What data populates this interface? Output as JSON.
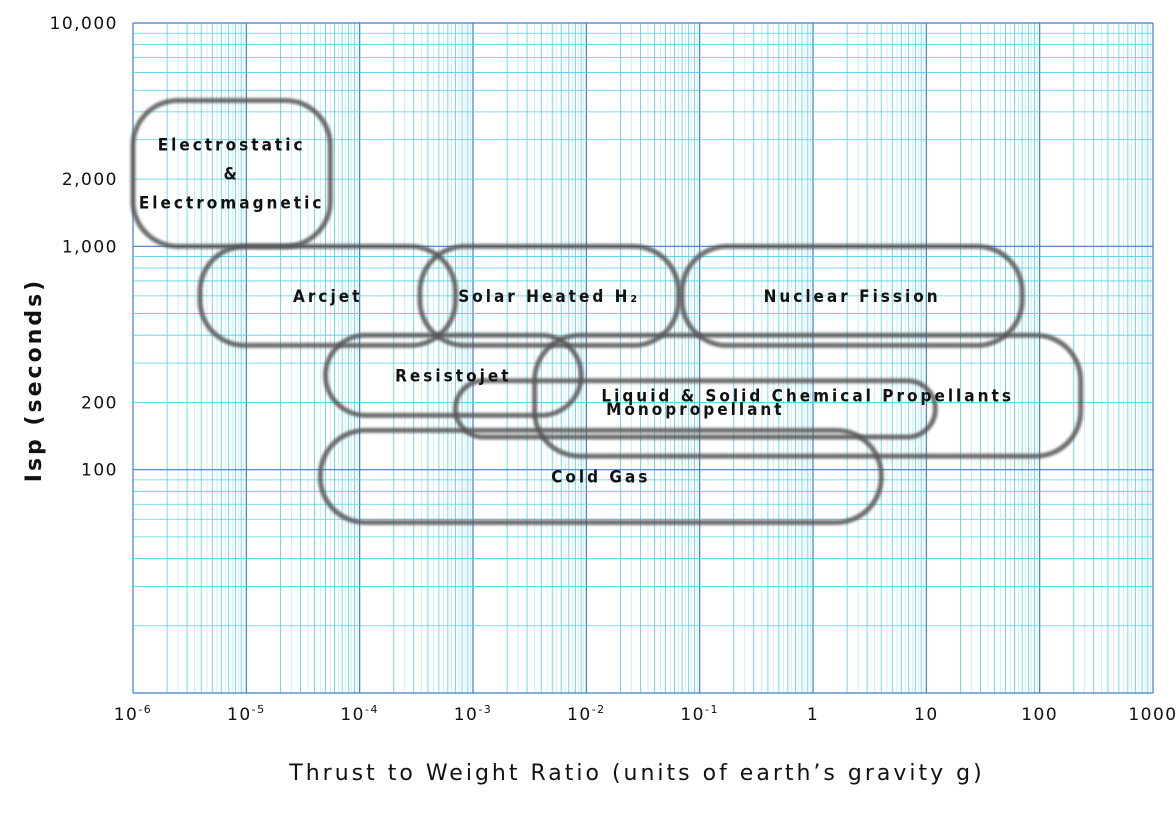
{
  "chart_data": {
    "type": "region",
    "x_scale": "log",
    "y_scale": "log",
    "xlim": [
      1e-06,
      1000
    ],
    "ylim": [
      10,
      10000
    ],
    "xlabel": "Thrust to Weight Ratio (units of earth’s gravity g)",
    "ylabel": "Isp (seconds)",
    "x_ticks": [
      {
        "value": 1e-06,
        "base": "10",
        "exp": "-6"
      },
      {
        "value": 1e-05,
        "base": "10",
        "exp": "-5"
      },
      {
        "value": 0.0001,
        "base": "10",
        "exp": "-4"
      },
      {
        "value": 0.001,
        "base": "10",
        "exp": "-3"
      },
      {
        "value": 0.01,
        "base": "10",
        "exp": "-2"
      },
      {
        "value": 0.1,
        "base": "10",
        "exp": "-1"
      },
      {
        "value": 1,
        "base": "1",
        "exp": ""
      },
      {
        "value": 10,
        "base": "10",
        "exp": ""
      },
      {
        "value": 100,
        "base": "100",
        "exp": ""
      },
      {
        "value": 1000,
        "base": "1000",
        "exp": ""
      }
    ],
    "y_ticks": [
      {
        "value": 10000,
        "label": "10,000"
      },
      {
        "value": 2000,
        "label": "2,000"
      },
      {
        "value": 1000,
        "label": "1,000"
      },
      {
        "value": 200,
        "label": "200"
      },
      {
        "value": 100,
        "label": "100"
      }
    ],
    "grid": true,
    "regions": [
      {
        "label_lines": [
          "Electrostatic",
          "&",
          "Electromagnetic"
        ],
        "x_range": [
          1e-06,
          5.5e-05
        ],
        "isp_range": [
          1000,
          4500
        ]
      },
      {
        "label_lines": [
          "Arcjet"
        ],
        "x_range": [
          3.9e-06,
          0.0007
        ],
        "isp_range": [
          360,
          1000
        ]
      },
      {
        "label_lines": [
          "Solar Heated H₂"
        ],
        "x_range": [
          0.00034,
          0.065
        ],
        "isp_range": [
          360,
          1000
        ]
      },
      {
        "label_lines": [
          "Nuclear Fission"
        ],
        "x_range": [
          0.07,
          70
        ],
        "isp_range": [
          360,
          1000
        ]
      },
      {
        "label_lines": [
          "Resistojet"
        ],
        "x_range": [
          5e-05,
          0.009
        ],
        "isp_range": [
          175,
          400
        ]
      },
      {
        "label_lines": [
          "Liquid & Solid Chemical Propellants"
        ],
        "x_range": [
          0.0035,
          230
        ],
        "isp_range": [
          115,
          400
        ]
      },
      {
        "label_lines": [
          "Monopropellant"
        ],
        "x_range": [
          0.0007,
          12
        ],
        "isp_range": [
          140,
          250
        ]
      },
      {
        "label_lines": [
          "Cold Gas"
        ],
        "x_range": [
          4.5e-05,
          4
        ],
        "isp_range": [
          58,
          150
        ]
      }
    ]
  }
}
